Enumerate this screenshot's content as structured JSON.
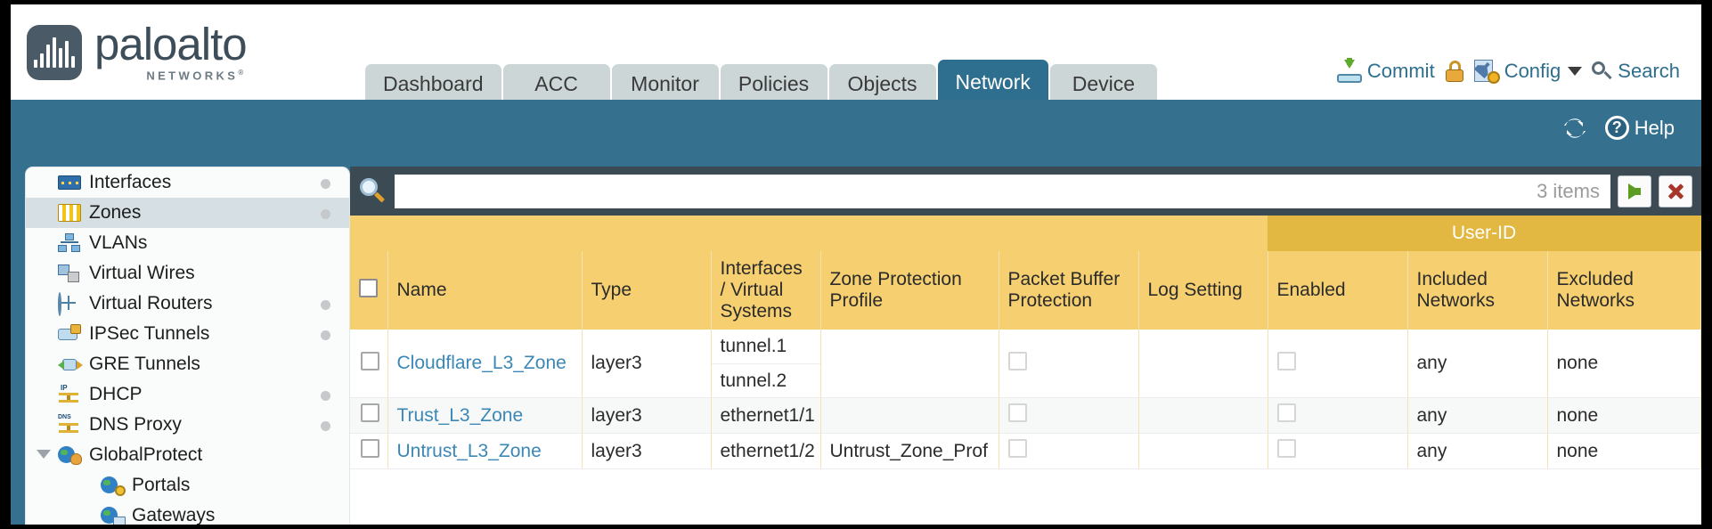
{
  "brand": {
    "name": "paloalto",
    "tagline": "NETWORKS",
    "mark": "paloalto-logo-mark"
  },
  "nav": {
    "tabs": [
      {
        "label": "Dashboard",
        "active": false
      },
      {
        "label": "ACC",
        "active": false
      },
      {
        "label": "Monitor",
        "active": false
      },
      {
        "label": "Policies",
        "active": false
      },
      {
        "label": "Objects",
        "active": false
      },
      {
        "label": "Network",
        "active": true
      },
      {
        "label": "Device",
        "active": false
      }
    ]
  },
  "top_actions": {
    "commit": "Commit",
    "lock_icon": "padlock-icon",
    "config": "Config",
    "search": "Search"
  },
  "banner": {
    "refresh_icon": "refresh-icon",
    "help": "Help"
  },
  "sidebar": {
    "items": [
      {
        "label": "Interfaces",
        "icon": "interfaces-icon",
        "dot": true,
        "selected": false,
        "child": false,
        "expander": false
      },
      {
        "label": "Zones",
        "icon": "zones-icon",
        "dot": true,
        "selected": true,
        "child": false,
        "expander": false
      },
      {
        "label": "VLANs",
        "icon": "vlans-icon",
        "dot": false,
        "selected": false,
        "child": false,
        "expander": false
      },
      {
        "label": "Virtual Wires",
        "icon": "virtual-wires-icon",
        "dot": false,
        "selected": false,
        "child": false,
        "expander": false
      },
      {
        "label": "Virtual Routers",
        "icon": "virtual-routers-icon",
        "dot": true,
        "selected": false,
        "child": false,
        "expander": false
      },
      {
        "label": "IPSec Tunnels",
        "icon": "ipsec-tunnels-icon",
        "dot": true,
        "selected": false,
        "child": false,
        "expander": false
      },
      {
        "label": "GRE Tunnels",
        "icon": "gre-tunnels-icon",
        "dot": false,
        "selected": false,
        "child": false,
        "expander": false
      },
      {
        "label": "DHCP",
        "icon": "dhcp-icon",
        "dot": true,
        "selected": false,
        "child": false,
        "expander": false
      },
      {
        "label": "DNS Proxy",
        "icon": "dns-proxy-icon",
        "dot": true,
        "selected": false,
        "child": false,
        "expander": false
      },
      {
        "label": "GlobalProtect",
        "icon": "globalprotect-icon",
        "dot": false,
        "selected": false,
        "child": false,
        "expander": true
      },
      {
        "label": "Portals",
        "icon": "portals-icon",
        "dot": false,
        "selected": false,
        "child": true,
        "expander": false
      },
      {
        "label": "Gateways",
        "icon": "gateways-icon",
        "dot": false,
        "selected": false,
        "child": true,
        "expander": false
      }
    ]
  },
  "search": {
    "value": "",
    "placeholder": "",
    "items_count": "3 items",
    "go_icon": "arrow-right-icon",
    "clear_icon": "clear-x-icon"
  },
  "table": {
    "group_header": {
      "label": "User-ID",
      "spans": 3
    },
    "columns": [
      "Name",
      "Type",
      "Interfaces / Virtual Systems",
      "Zone Protection Profile",
      "Packet Buffer Protection",
      "Log Setting",
      "Enabled",
      "Included Networks",
      "Excluded Networks"
    ],
    "rows": [
      {
        "checked": false,
        "name": "Cloudflare_L3_Zone",
        "type": "layer3",
        "interfaces": [
          "tunnel.1",
          "tunnel.2"
        ],
        "zone_protection_profile": "",
        "packet_buffer_protection": false,
        "log_setting": "",
        "user_id_enabled": false,
        "included_networks": "any",
        "excluded_networks": "none"
      },
      {
        "checked": false,
        "name": "Trust_L3_Zone",
        "type": "layer3",
        "interfaces": [
          "ethernet1/1"
        ],
        "zone_protection_profile": "",
        "packet_buffer_protection": false,
        "log_setting": "",
        "user_id_enabled": false,
        "included_networks": "any",
        "excluded_networks": "none"
      },
      {
        "checked": false,
        "name": "Untrust_L3_Zone",
        "type": "layer3",
        "interfaces": [
          "ethernet1/2"
        ],
        "zone_protection_profile": "Untrust_Zone_Prof",
        "packet_buffer_protection": false,
        "log_setting": "",
        "user_id_enabled": false,
        "included_networks": "any",
        "excluded_networks": "none"
      }
    ]
  },
  "colors": {
    "brand_blue": "#35708f",
    "tab_active": "#2e6e8e",
    "tab_inactive": "#ccd6d7",
    "table_header": "#f5cf70",
    "table_group_header": "#e2b843",
    "searchbar": "#3c4a54",
    "link": "#3b87b5"
  }
}
